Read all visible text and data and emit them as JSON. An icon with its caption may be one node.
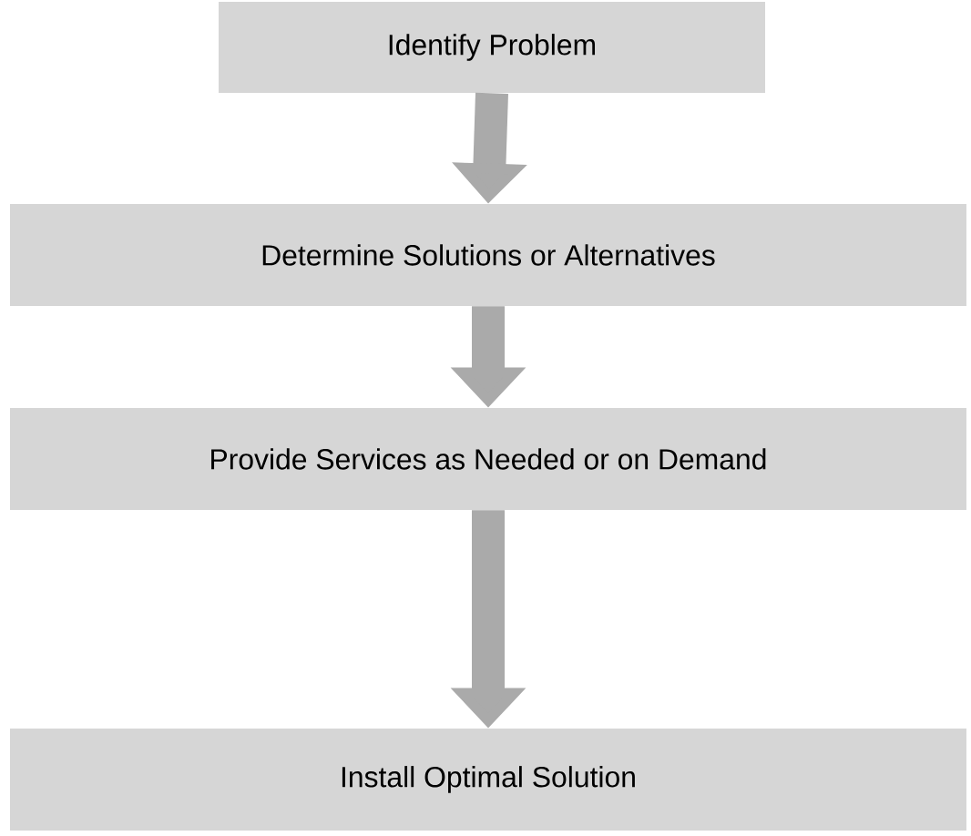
{
  "diagram": {
    "nodes": [
      {
        "text": [
          "Identify Problem"
        ]
      },
      {
        "text": [
          "Determine Solutions or Alternatives"
        ]
      },
      {
        "text": [
          "Provide Services as Needed or on Demand"
        ]
      },
      {
        "text": [
          "Install Optimal Solution"
        ]
      }
    ],
    "edges": [
      {
        "from": 0,
        "to": 1,
        "arrow": "to"
      },
      {
        "from": 1,
        "to": 2,
        "arrow": "to"
      },
      {
        "from": 2,
        "to": 3,
        "arrow": "to"
      }
    ]
  }
}
